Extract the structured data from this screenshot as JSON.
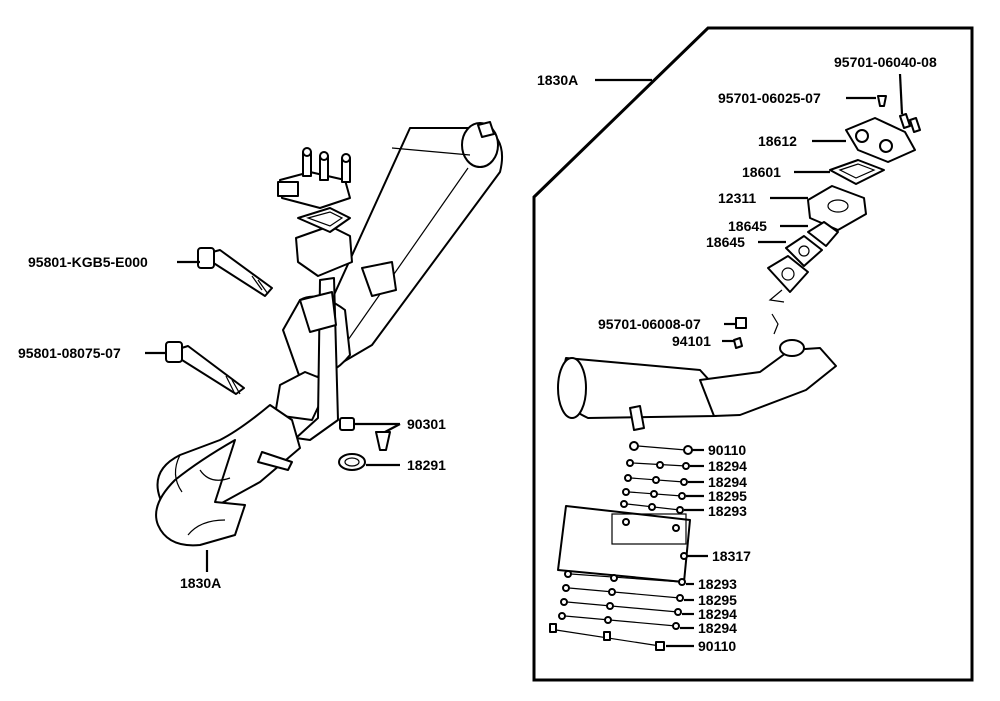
{
  "diagram": {
    "left_assembly": {
      "labels": [
        {
          "id": "bolt-long",
          "text": "95801-KGB5-E000"
        },
        {
          "id": "bolt-short",
          "text": "95801-08075-07"
        },
        {
          "id": "nut",
          "text": "90301"
        },
        {
          "id": "gasket",
          "text": "18291"
        },
        {
          "id": "assembly",
          "text": "1830A"
        }
      ]
    },
    "right_panel": {
      "title": "1830A",
      "labels": [
        {
          "id": "screw-top",
          "text": "95701-06040-08"
        },
        {
          "id": "screw-2",
          "text": "95701-06025-07"
        },
        {
          "id": "cover",
          "text": "18612"
        },
        {
          "id": "gasket-cover",
          "text": "18601"
        },
        {
          "id": "flange",
          "text": "12311"
        },
        {
          "id": "gasket-a",
          "text": "18645"
        },
        {
          "id": "gasket-b",
          "text": "18645"
        },
        {
          "id": "bolt-small",
          "text": "95701-06008-07"
        },
        {
          "id": "washer",
          "text": "94101"
        },
        {
          "id": "hw-1",
          "text": "90110"
        },
        {
          "id": "hw-2",
          "text": "18294"
        },
        {
          "id": "hw-3",
          "text": "18294"
        },
        {
          "id": "hw-4",
          "text": "18295"
        },
        {
          "id": "hw-5",
          "text": "18293"
        },
        {
          "id": "heat-shield",
          "text": "18317"
        },
        {
          "id": "hw-6",
          "text": "18293"
        },
        {
          "id": "hw-7",
          "text": "18295"
        },
        {
          "id": "hw-8",
          "text": "18294"
        },
        {
          "id": "hw-9",
          "text": "18294"
        },
        {
          "id": "hw-10",
          "text": "90110"
        }
      ]
    }
  }
}
